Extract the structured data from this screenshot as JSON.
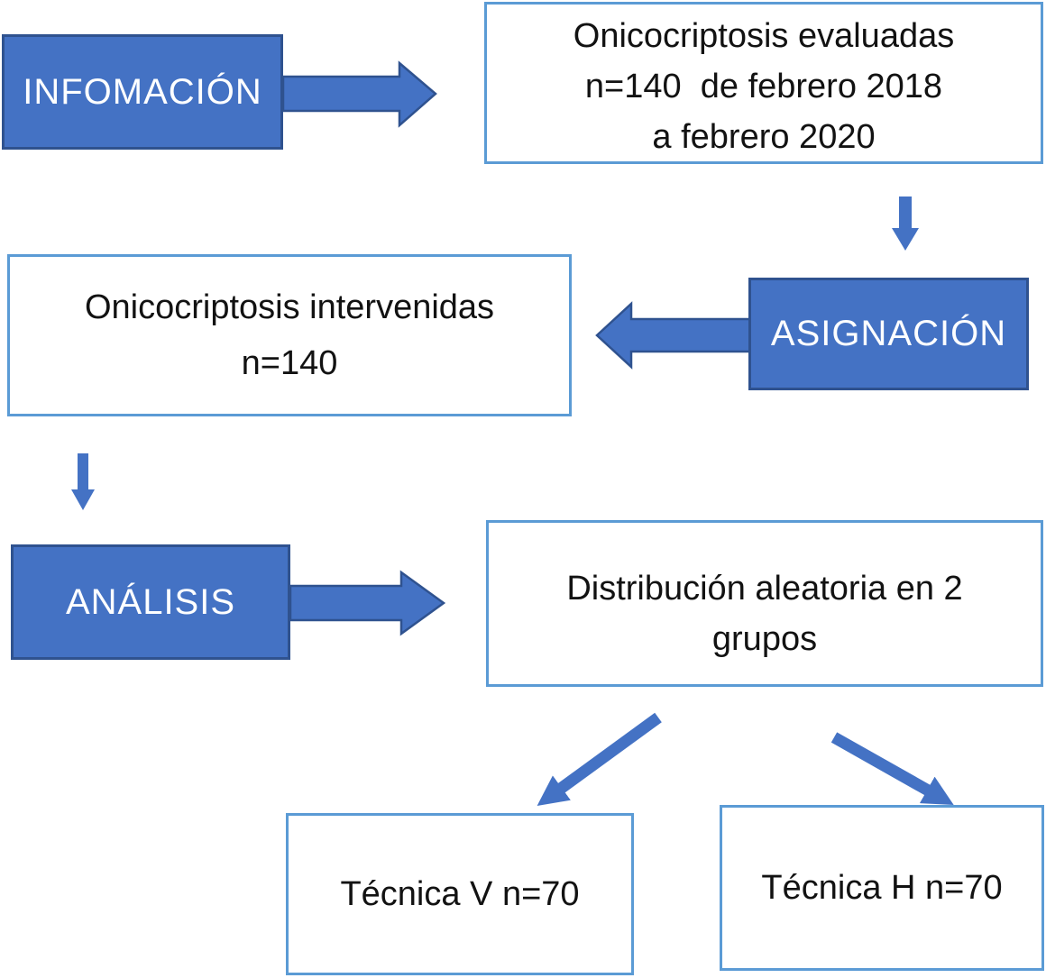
{
  "diagram": {
    "colors": {
      "process_fill": "#4472C4",
      "process_border": "#2F528F",
      "box_border": "#5B9BD5",
      "arrow": "#4472C4",
      "text_dark": "#121212",
      "text_light": "#FDFEFF",
      "background": "#FFFFFF"
    },
    "nodes": {
      "infomacion": {
        "label": "INFOMACIÓN"
      },
      "evaluadas": {
        "lines": [
          "Onicocriptosis evaluadas",
          "n=140  de febrero 2018",
          "a febrero 2020"
        ]
      },
      "asignacion": {
        "label": "ASIGNACIÓN"
      },
      "intervenidas": {
        "lines": [
          "Onicocriptosis intervenidas",
          "n=140"
        ]
      },
      "analisis": {
        "label": "ANÁLISIS"
      },
      "distribucion": {
        "lines": [
          "Distribución aleatoria en 2",
          "grupos"
        ]
      },
      "tecnica_v": {
        "label": "Técnica V n=70"
      },
      "tecnica_h": {
        "label": "Técnica H n=70"
      }
    }
  }
}
